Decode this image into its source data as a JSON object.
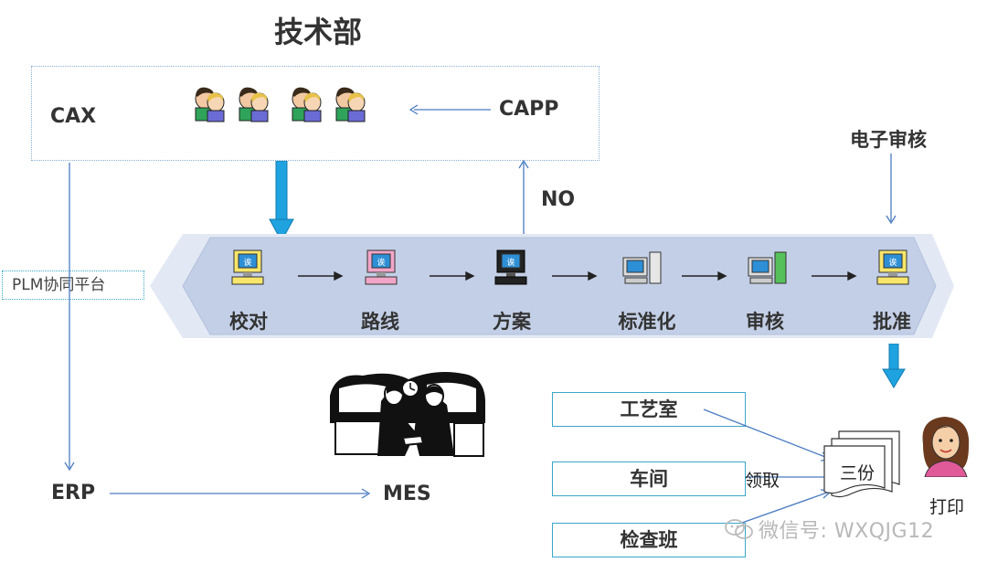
{
  "title": "技术部",
  "dept": {
    "cax": "CAX",
    "capp": "CAPP"
  },
  "no_label": "NO",
  "edoc_label": "电子审核",
  "plm_label": "PLM协同平台",
  "steps": [
    {
      "label": "校对",
      "icon": "computer-yellow-icon"
    },
    {
      "label": "路线",
      "icon": "computer-pink-icon"
    },
    {
      "label": "方案",
      "icon": "computer-black-icon"
    },
    {
      "label": "标准化",
      "icon": "computer-tower-gray-icon"
    },
    {
      "label": "审核",
      "icon": "computer-tower-green-icon"
    },
    {
      "label": "批准",
      "icon": "computer-yellow-icon"
    }
  ],
  "erp": "ERP",
  "mes": "MES",
  "boxes": [
    {
      "label": "工艺室"
    },
    {
      "label": "车间"
    },
    {
      "label": "检查班"
    }
  ],
  "receive_label": "领取",
  "copies_label": "三份",
  "print_label": "打印",
  "watermark": "微信号: WXQJG12",
  "colors": {
    "band": "#c3cfe6",
    "band_edge": "#e3e9f4",
    "arrow_blue": "#1fa3e0",
    "line_blue": "#4a7cc0"
  }
}
